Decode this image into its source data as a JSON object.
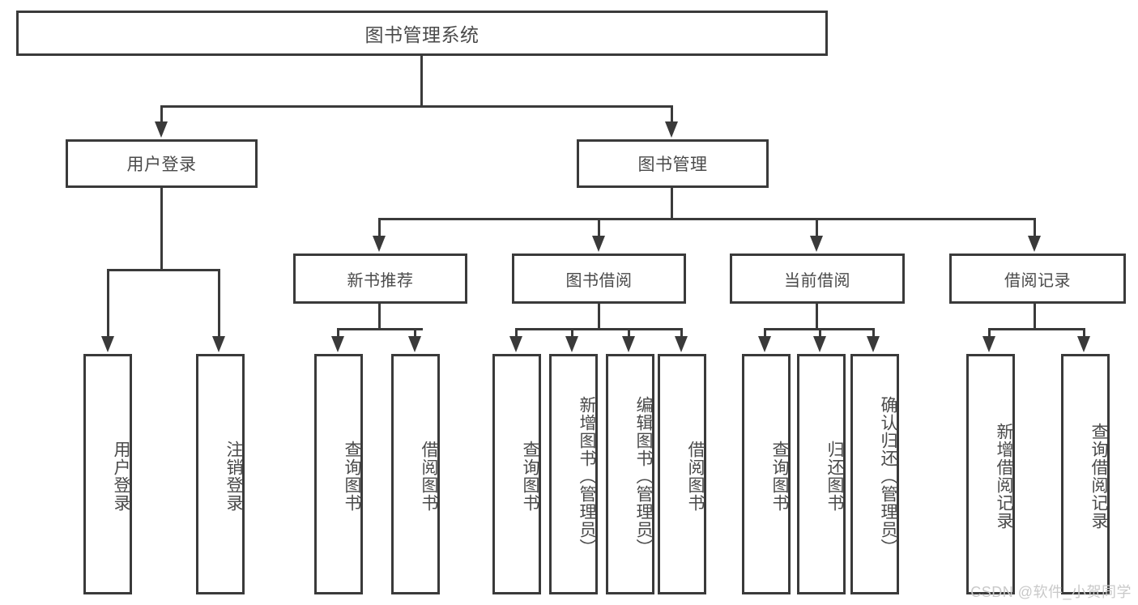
{
  "diagram": {
    "type": "tree-hierarchy",
    "title": "图书管理系统",
    "root": {
      "label": "图书管理系统"
    },
    "level1": [
      {
        "id": "user-login",
        "label": "用户登录"
      },
      {
        "id": "book-management",
        "label": "图书管理"
      }
    ],
    "level2": [
      {
        "id": "new-book-recommend",
        "label": "新书推荐",
        "parent": "book-management"
      },
      {
        "id": "book-borrow",
        "label": "图书借阅",
        "parent": "book-management"
      },
      {
        "id": "current-borrow",
        "label": "当前借阅",
        "parent": "book-management"
      },
      {
        "id": "borrow-record",
        "label": "借阅记录",
        "parent": "book-management"
      }
    ],
    "leaves": [
      {
        "id": "leaf-user-login",
        "label": "用户登录",
        "parent": "user-login"
      },
      {
        "id": "leaf-logout-login",
        "label": "注销登录",
        "parent": "user-login"
      },
      {
        "id": "leaf-query-book-1",
        "label": "查询图书",
        "parent": "new-book-recommend"
      },
      {
        "id": "leaf-borrow-book-1",
        "label": "借阅图书",
        "parent": "new-book-recommend"
      },
      {
        "id": "leaf-query-book-2",
        "label": "查询图书",
        "parent": "book-borrow"
      },
      {
        "id": "leaf-add-book",
        "label": "新增图书（管理员）",
        "parent": "book-borrow"
      },
      {
        "id": "leaf-edit-book",
        "label": "编辑图书（管理员）",
        "parent": "book-borrow"
      },
      {
        "id": "leaf-borrow-book-2",
        "label": "借阅图书",
        "parent": "book-borrow"
      },
      {
        "id": "leaf-query-book-3",
        "label": "查询图书",
        "parent": "current-borrow"
      },
      {
        "id": "leaf-return-book",
        "label": "归还图书",
        "parent": "current-borrow"
      },
      {
        "id": "leaf-confirm-return",
        "label": "确认归还（管理员）",
        "parent": "current-borrow"
      },
      {
        "id": "leaf-add-borrow-record",
        "label": "新增借阅记录",
        "parent": "borrow-record"
      },
      {
        "id": "leaf-query-borrow-record",
        "label": "查询借阅记录",
        "parent": "borrow-record"
      }
    ]
  },
  "watermark": {
    "text": "CSDN @软件_小贺同学"
  },
  "colors": {
    "border": "#3a3a3a",
    "text": "#4a4a4a",
    "background": "#ffffff",
    "watermark": "#c9c9c9"
  }
}
